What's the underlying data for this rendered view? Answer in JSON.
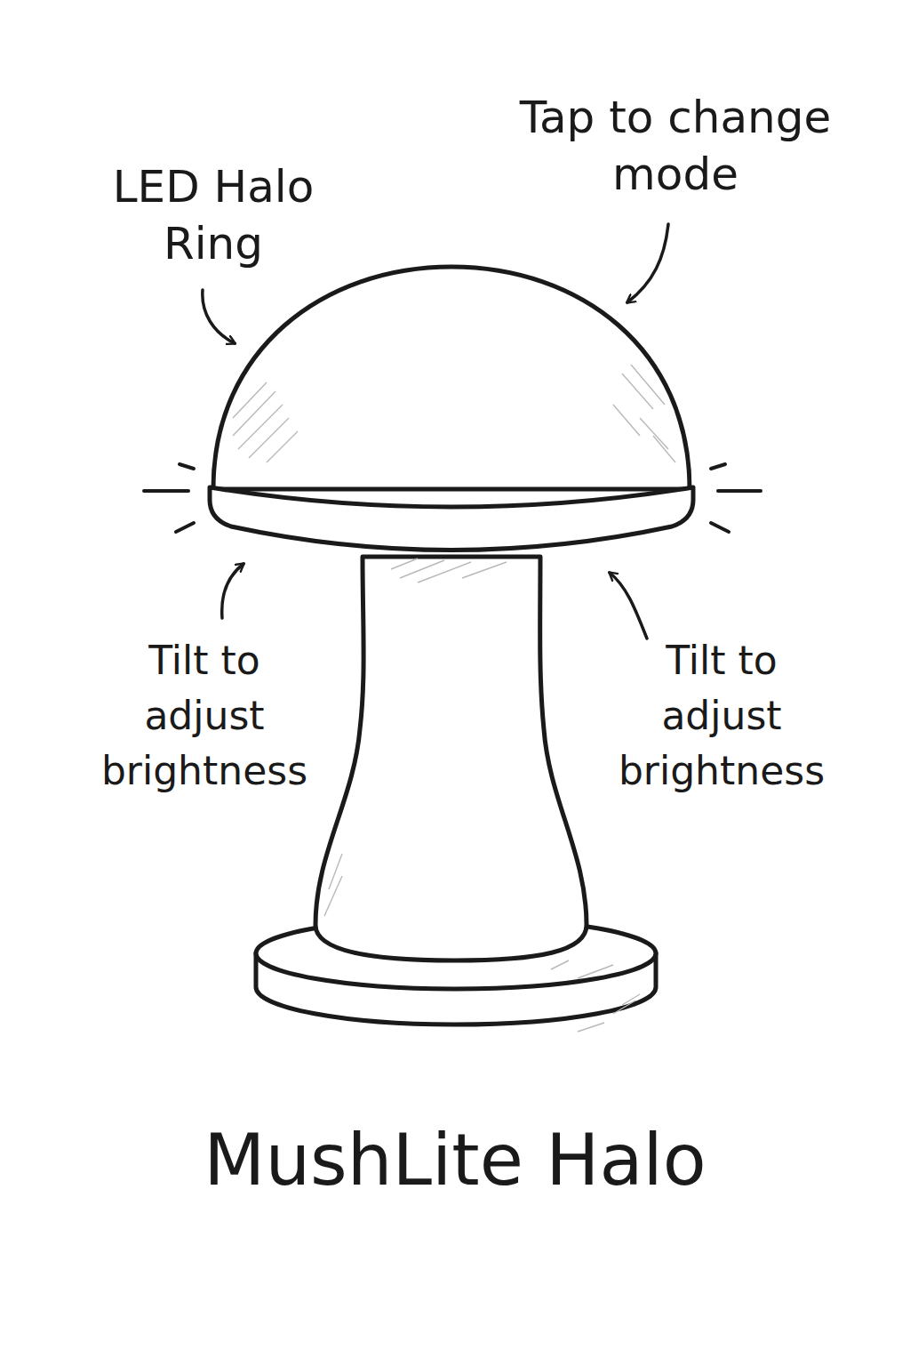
{
  "diagram": {
    "title": "MushLite Halo",
    "labels": [
      "LED Halo Ring",
      "Tap to change mode",
      "Tilt to adjust brightness",
      "Tilt to adjust brightness"
    ]
  }
}
